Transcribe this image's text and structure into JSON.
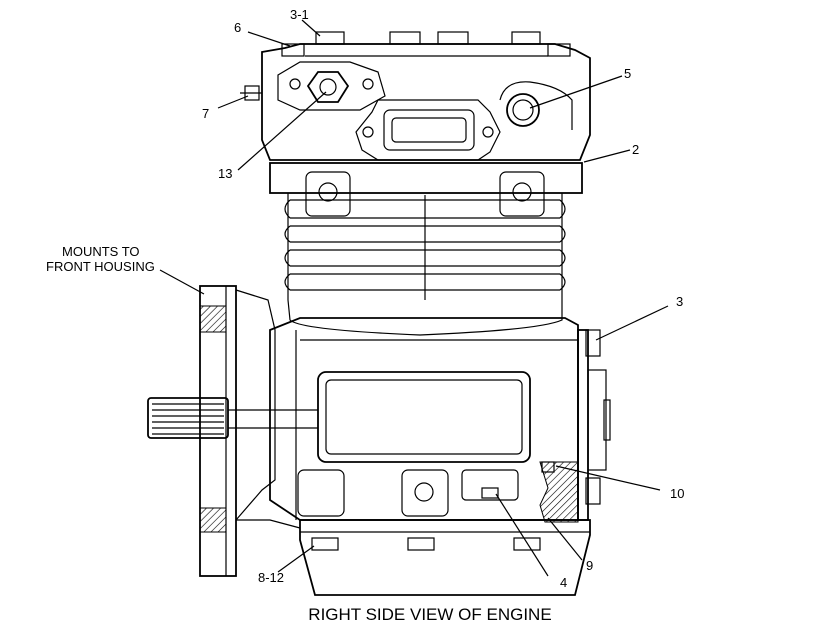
{
  "caption": "RIGHT SIDE VIEW OF ENGINE",
  "mount_note": [
    "MOUNTS TO",
    "FRONT HOUSING"
  ],
  "callouts": {
    "c6": "6",
    "c3_1": "3-1",
    "c7": "7",
    "c13": "13",
    "c5": "5",
    "c2": "2",
    "c3": "3",
    "c10": "10",
    "c9": "9",
    "c4": "4",
    "c8_12": "8-12"
  }
}
